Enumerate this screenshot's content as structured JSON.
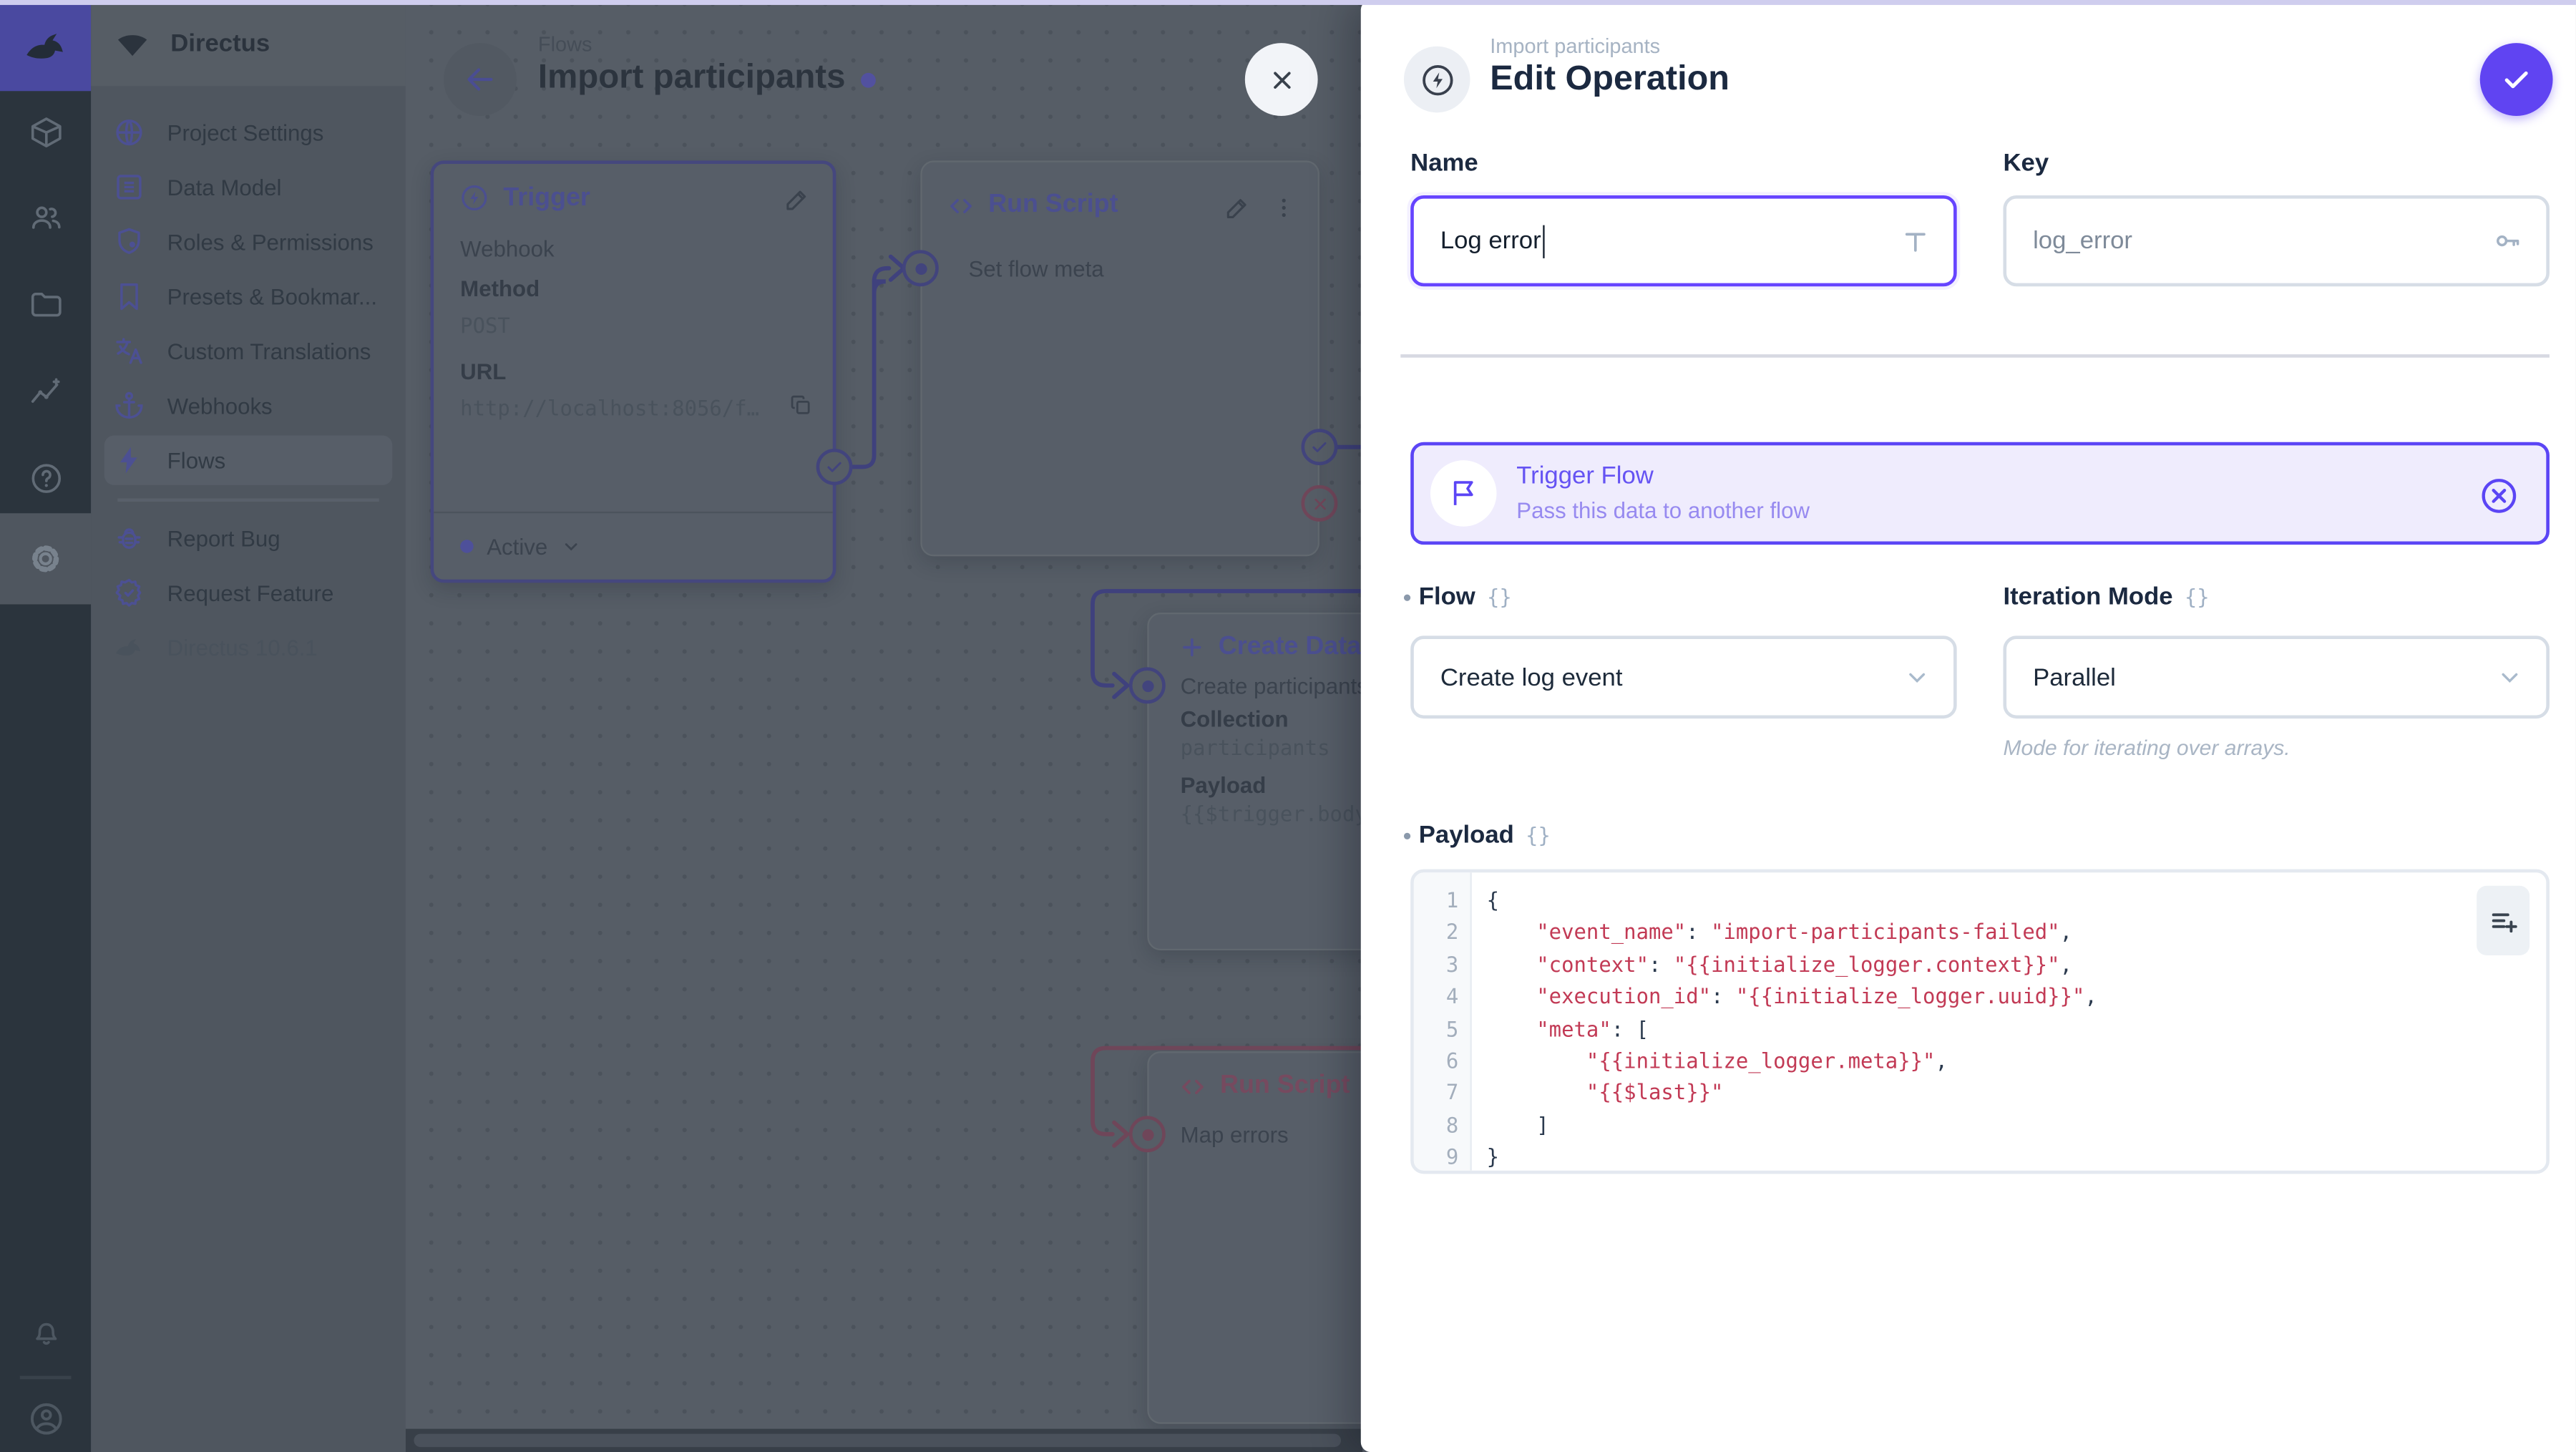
{
  "app": {
    "top_accent": "#cfcdee"
  },
  "colors": {
    "accent": "#6644ff",
    "banner_purple": "#5b45f5",
    "code_string": "#c23a55",
    "connector_resolve": "#3f417d",
    "connector_reject": "#6f4659"
  },
  "sidebar": {
    "project_name": "Directus",
    "items": [
      {
        "label": "Project Settings",
        "icon": "globe"
      },
      {
        "label": "Data Model",
        "icon": "list"
      },
      {
        "label": "Roles & Permissions",
        "icon": "shield"
      },
      {
        "label": "Presets & Bookmar...",
        "icon": "bookmark"
      },
      {
        "label": "Custom Translations",
        "icon": "translate"
      },
      {
        "label": "Webhooks",
        "icon": "anchor"
      },
      {
        "label": "Flows",
        "icon": "bolt",
        "active": true
      },
      {
        "label": "Report Bug",
        "icon": "bug"
      },
      {
        "label": "Request Feature",
        "icon": "seal-check"
      },
      {
        "label": "Directus 10.6.1",
        "icon": "rabbit",
        "muted": true
      }
    ]
  },
  "canvas": {
    "header": {
      "breadcrumb": "Flows",
      "title": "Import participants"
    },
    "trigger_card": {
      "title": "Trigger",
      "type": "Webhook",
      "method_label": "Method",
      "method_value": "POST",
      "url_label": "URL",
      "url_value": "http://localhost:8056/f…",
      "status_label": "Active"
    },
    "run_script_card": {
      "title": "Run Script",
      "name": "Set flow meta"
    },
    "create_data_card": {
      "title": "Create Data",
      "name": "Create participants",
      "collection_label": "Collection",
      "collection_value": "participants",
      "payload_label": "Payload",
      "payload_value": "{{$trigger.body}}"
    },
    "map_errors_card": {
      "title": "Run Script",
      "name": "Map errors"
    }
  },
  "panel": {
    "breadcrumb": "Import participants",
    "title": "Edit Operation",
    "name_field": {
      "label": "Name",
      "value": "Log error"
    },
    "key_field": {
      "label": "Key",
      "value": "log_error"
    },
    "banner": {
      "title": "Trigger Flow",
      "subtitle": "Pass this data to another flow"
    },
    "flow_field": {
      "label": "Flow",
      "raw_icon": "{}",
      "value": "Create log event"
    },
    "iteration_field": {
      "label": "Iteration Mode",
      "raw_icon": "{}",
      "value": "Parallel",
      "note": "Mode for iterating over arrays."
    },
    "payload_field": {
      "label": "Payload",
      "raw_icon": "{}"
    },
    "editor": {
      "lines": [
        {
          "n": "1",
          "seg": [
            {
              "c": "p",
              "t": "{"
            }
          ]
        },
        {
          "n": "2",
          "seg": [
            {
              "c": "p",
              "t": "    "
            },
            {
              "c": "s",
              "t": "\"event_name\""
            },
            {
              "c": "p",
              "t": ": "
            },
            {
              "c": "s",
              "t": "\"import-participants-failed\""
            },
            {
              "c": "p",
              "t": ","
            }
          ]
        },
        {
          "n": "3",
          "seg": [
            {
              "c": "p",
              "t": "    "
            },
            {
              "c": "s",
              "t": "\"context\""
            },
            {
              "c": "p",
              "t": ": "
            },
            {
              "c": "s",
              "t": "\"{{initialize_logger.context}}\""
            },
            {
              "c": "p",
              "t": ","
            }
          ]
        },
        {
          "n": "4",
          "seg": [
            {
              "c": "p",
              "t": "    "
            },
            {
              "c": "s",
              "t": "\"execution_id\""
            },
            {
              "c": "p",
              "t": ": "
            },
            {
              "c": "s",
              "t": "\"{{initialize_logger.uuid}}\""
            },
            {
              "c": "p",
              "t": ","
            }
          ]
        },
        {
          "n": "5",
          "seg": [
            {
              "c": "p",
              "t": "    "
            },
            {
              "c": "s",
              "t": "\"meta\""
            },
            {
              "c": "p",
              "t": ": ["
            }
          ]
        },
        {
          "n": "6",
          "seg": [
            {
              "c": "p",
              "t": "        "
            },
            {
              "c": "s",
              "t": "\"{{initialize_logger.meta}}\""
            },
            {
              "c": "p",
              "t": ","
            }
          ]
        },
        {
          "n": "7",
          "seg": [
            {
              "c": "p",
              "t": "        "
            },
            {
              "c": "s",
              "t": "\"{{$last}}\""
            }
          ]
        },
        {
          "n": "8",
          "seg": [
            {
              "c": "p",
              "t": "    ]"
            }
          ]
        },
        {
          "n": "9",
          "seg": [
            {
              "c": "p",
              "t": "}"
            }
          ]
        }
      ]
    }
  }
}
